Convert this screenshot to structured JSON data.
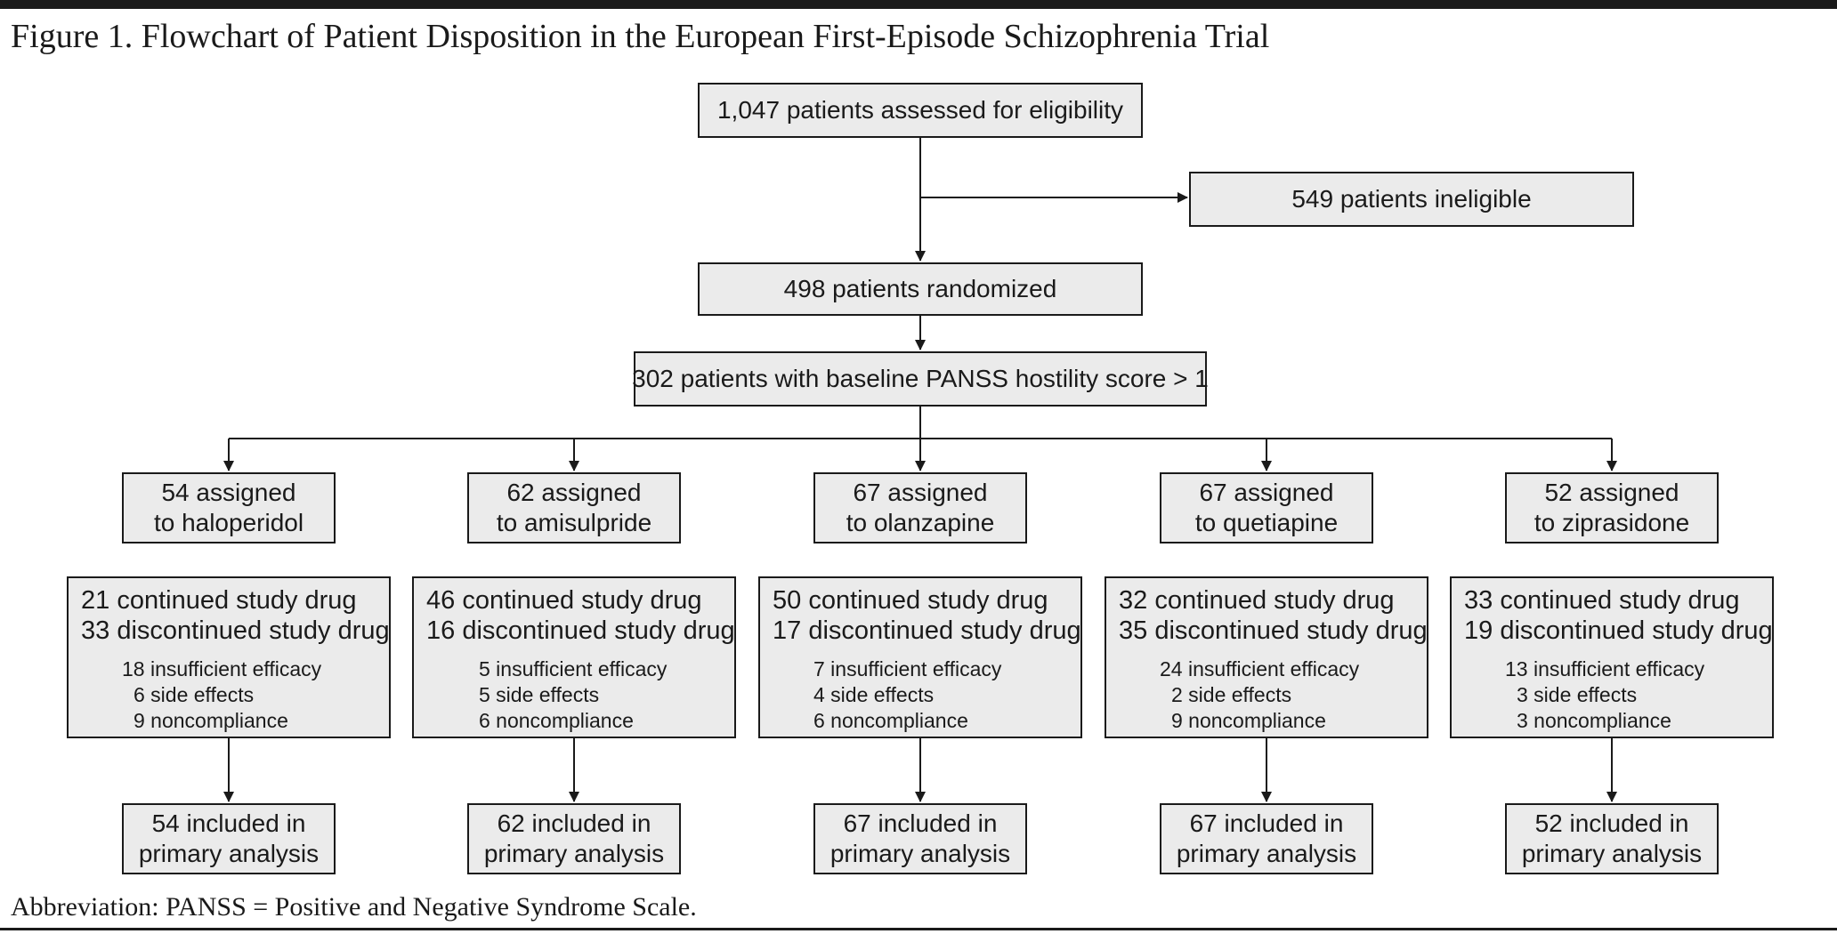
{
  "title": "Figure 1. Flowchart of Patient Disposition in the European First-Episode Schizophrenia Trial",
  "assessed": "1,047 patients assessed for eligibility",
  "ineligible": "549 patients ineligible",
  "randomized": "498 patients randomized",
  "hostility": "302 patients with baseline PANSS hostility score > 1",
  "arms": [
    {
      "assigned": [
        "54 assigned",
        "to haloperidol"
      ],
      "continued": "21 continued study drug",
      "discontinued": "33 discontinued study drug",
      "reasons": [
        "18 insufficient efficacy",
        "6 side effects",
        "9 noncompliance"
      ],
      "included": [
        "54 included in",
        "primary analysis"
      ]
    },
    {
      "assigned": [
        "62 assigned",
        "to amisulpride"
      ],
      "continued": "46 continued study drug",
      "discontinued": "16 discontinued study drug",
      "reasons": [
        "5 insufficient efficacy",
        "5 side effects",
        "6 noncompliance"
      ],
      "included": [
        "62 included in",
        "primary analysis"
      ]
    },
    {
      "assigned": [
        "67 assigned",
        "to olanzapine"
      ],
      "continued": "50 continued study drug",
      "discontinued": "17 discontinued study drug",
      "reasons": [
        "7 insufficient efficacy",
        "4 side effects",
        "6 noncompliance"
      ],
      "included": [
        "67 included in",
        "primary analysis"
      ]
    },
    {
      "assigned": [
        "67 assigned",
        "to quetiapine"
      ],
      "continued": "32 continued study drug",
      "discontinued": "35 discontinued study drug",
      "reasons": [
        "24 insufficient efficacy",
        "2 side effects",
        "9 noncompliance"
      ],
      "included": [
        "67 included in",
        "primary analysis"
      ]
    },
    {
      "assigned": [
        "52 assigned",
        "to ziprasidone"
      ],
      "continued": "33 continued study drug",
      "discontinued": "19 discontinued study drug",
      "reasons": [
        "13 insufficient efficacy",
        "3 side effects",
        "3 noncompliance"
      ],
      "included": [
        "52 included in",
        "primary analysis"
      ]
    }
  ],
  "footnote": "Abbreviation: PANSS = Positive and Negative Syndrome Scale."
}
